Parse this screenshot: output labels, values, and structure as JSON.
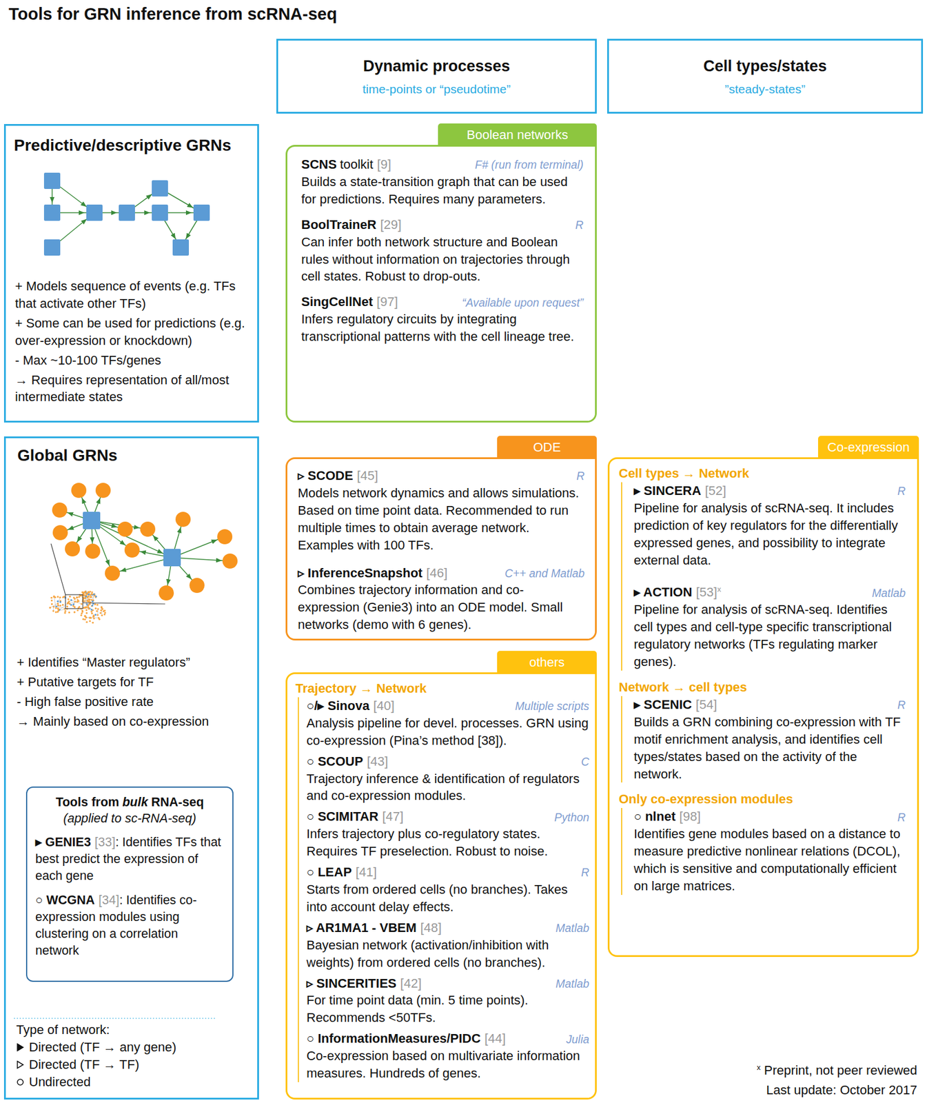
{
  "diagram": {
    "title": "Tools for GRN inference from scRNA-seq",
    "nodes": [
      {
        "text": [
          "Dynamic processes",
          "time-points or “pseudotime”"
        ]
      },
      {
        "text": [
          "Cell types/states",
          "”steady-states”"
        ]
      },
      {
        "text": [
          "Predictive/descriptive GRNs",
          "+ Models sequence of events (e.g. TFs that activate other TFs)",
          "+ Some can be used for predictions (e.g. over-expression or knockdown)",
          "- Max ~10-100 TFs/genes",
          "→ Requires representation of all/most intermediate states"
        ]
      },
      {
        "text": [
          "Boolean networks",
          "SCNS",
          "toolkit",
          "[9]",
          "F# (run from terminal)",
          "Builds a state-transition graph that can be used for predictions. Requires many parameters.",
          "BoolTraineR",
          "[29]",
          "R",
          "Can infer both network structure and Boolean rules without information on trajectories through cell states. Robust to drop-outs.",
          "SingCellNet",
          "[97]",
          "“Available upon request”",
          "Infers regulatory circuits by integrating transcriptional patterns with the cell lineage tree."
        ]
      },
      {
        "text": [
          "Global GRNs",
          "+ Identifies “Master regulators”",
          "+ Putative targets for TF",
          "- High false positive rate",
          "→ Mainly based on co-expression"
        ]
      },
      {
        "text": [
          "Tools from",
          "bulk",
          "RNA-seq",
          "(applied to sc-RNA-seq)",
          "▸ GENIE3",
          "[33]",
          ": Identifies TFs that best predict the expression of each gene",
          "○ WCGNA",
          "[34]",
          ": Identifies co-expression modules using clustering on a correlation network"
        ],
        "in": 4
      },
      {
        "text": [
          "ODE",
          "▹ SCODE",
          "[45]",
          "R",
          "Models network dynamics and allows simulations. Based on time point data. Recommended to run multiple times to obtain average network. Examples with 100 TFs.",
          "▹ InferenceSnapshot",
          "[46]",
          "C++ and Matlab",
          "Combines trajectory information and co-expression (Genie3) into an ODE model. Small networks (demo with 6 genes)."
        ]
      },
      {
        "text": [
          "Co-expression",
          "Cell types → Network",
          "▸ SINCERA",
          "[52]",
          "R",
          "Pipeline for analysis of scRNA-seq. It includes prediction of key regulators for the differentially expressed genes, and possibility to integrate external data.",
          "▸ ACTION",
          "[53]",
          "x",
          "Matlab",
          "Pipeline for analysis of scRNA-seq. Identifies cell types and cell-type specific transcriptional regulatory networks (TFs regulating marker genes).",
          "Network → cell types",
          "▸ SCENIC",
          "[54]",
          "R",
          "Builds a GRN combining co-expression with TF motif enrichment analysis, and identifies cell types/states based on the activity of the network.",
          "Only co-expression modules",
          "○ nlnet",
          "[98]",
          "R",
          "Identifies gene modules based on a distance to measure predictive nonlinear relations (DCOL), which is sensitive and computationally efficient on large matrices."
        ]
      },
      {
        "text": [
          "others",
          "Trajectory → Network",
          "○/▸ Sinova",
          "[40]",
          "Multiple scripts",
          "Analysis pipeline for devel. processes. GRN using co-expression (Pina’s method [38]).",
          "○ SCOUP",
          "[43]",
          "C",
          "Trajectory inference & identification of regulators and co-expression modules.",
          "○ SCIMITAR",
          "[47]",
          "Python",
          "Infers trajectory plus co-regulatory states. Requires TF preselection. Robust to noise.",
          "○ LEAP",
          "[41]",
          "R",
          "Starts from ordered cells (no branches). Takes into account delay effects.",
          "▹ AR1MA1 - VBEM",
          "[48]",
          "Matlab",
          "Bayesian network (activation/inhibition with weights) from ordered cells (no branches).",
          "▹ SINCERITIES",
          "[42]",
          "Matlab",
          "For time point data (min. 5 time points). Recommends <50TFs.",
          "○ InformationMeasures/PIDC",
          "[44]",
          "Julia",
          "Co-expression based on multivariate information measures. Hundreds of genes."
        ]
      }
    ],
    "labels": [
      "Type of network:",
      "x",
      "Preprint, not peer reviewed",
      "Last update: October 2017"
    ],
    "legend": [
      {
        "text": "Directed (TF → any gene)"
      },
      {
        "text": "Directed (TF → TF)"
      },
      {
        "text": "Undirected"
      }
    ]
  }
}
